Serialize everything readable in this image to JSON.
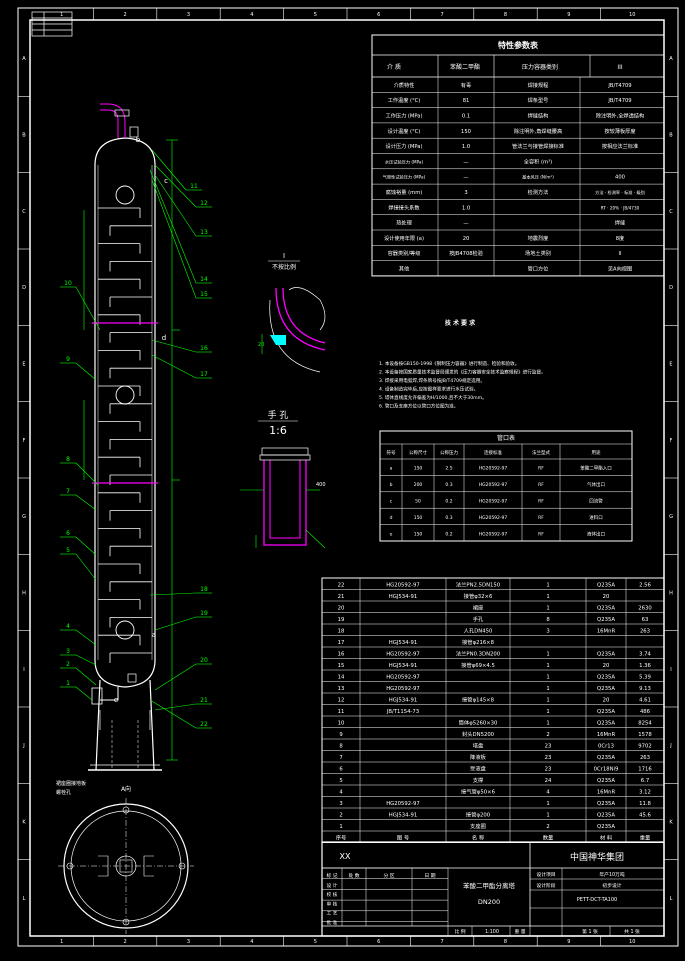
{
  "title_block": {
    "company": "中国神华集团",
    "drawing_title_line1": "苯酸二甲酯分离塔",
    "drawing_title_line2": "DN200",
    "scale": "1:100",
    "sheet_label": "第 1 张",
    "sheet_total": "共 1 张",
    "project": "年产10万吨",
    "stage": "初步设计",
    "drawing_no": "PETT-DCT-TA100",
    "xx": "XX",
    "header_cells": [
      "标 记",
      "处 数",
      "分 区",
      "日 期"
    ],
    "row_labels": [
      "设 计",
      "校 核",
      "审 核",
      "工 艺",
      "批 准"
    ],
    "right_labels": [
      "设计项目",
      "设计阶段"
    ],
    "bottom_labels": [
      "比 例",
      "重 量",
      "共",
      "第"
    ]
  },
  "spec_table": {
    "title": "特性参数表",
    "headers": [
      "介 质",
      "苯酸二甲酯",
      "压力容器类别",
      "III"
    ],
    "rows": [
      [
        "介质特性",
        "有毒",
        "焊接规程",
        "JB/T4709"
      ],
      [
        "工作温度 (°C)",
        "81",
        "焊条型号",
        "JB/T4709"
      ],
      [
        "工作压力 (MPa)",
        "0.1",
        "焊缝结构",
        "除注明外,全焊透结构"
      ],
      [
        "设计温度 (°C)",
        "150",
        "除注明外,角焊缝腰高",
        "按较薄板厚度"
      ],
      [
        "设计压力 (MPa)",
        "1.0",
        "管法兰与接管焊接标准",
        "按相应法兰标准"
      ],
      [
        "水压试验压力 (MPa)",
        "—",
        "全容积 (m³)",
        ""
      ],
      [
        "气密性试验压力 (MPa)",
        "—",
        "基本风压 (N/m²)",
        "400"
      ],
      [
        "腐蚀裕量 (mm)",
        "3",
        "检测方法",
        "方法 · 检测率 · 标准 · 级别"
      ],
      [
        "焊接接头系数",
        "1.0",
        "",
        "RT · 20% · JB/4730"
      ],
      [
        "热处理",
        "—",
        "",
        "焊缝"
      ],
      [
        "设计使用年限 (a)",
        "20",
        "地震烈度",
        "8度"
      ],
      [
        "容器类别/等级",
        "按JB4708检验",
        "场地土类别",
        "II"
      ],
      [
        "其他",
        "",
        "管口方位",
        "见A向视图"
      ]
    ]
  },
  "tech_requirements": {
    "title": "技 术 要 求",
    "items": [
      "1. 本设备按GB150-1998《钢制压力容器》进行制造、检验和验收。",
      "2. 本设备按国家质量技术监督局颁发的《压力容器安全技术监察规程》进行监督。",
      "3. 焊接采用电弧焊,焊条牌号按JB/T4709规定选用。",
      "4. 设备制造完毕后,应按图样要求进行水压试验。",
      "5. 塔体直线度允许偏差为H/1000,且不大于30mm。",
      "6. 管口及支座方位以管口方位图为准。"
    ]
  },
  "nozzle_table": {
    "title": "管口表",
    "headers": [
      "符号",
      "公称尺寸",
      "公称压力",
      "连接标准",
      "法兰型式",
      "用途"
    ],
    "rows": [
      [
        "a",
        "150",
        "2.5",
        "HG20592-97",
        "RF",
        "苯酸二甲酯入口"
      ],
      [
        "b",
        "200",
        "0.3",
        "HG20592-97",
        "RF",
        "气体出口"
      ],
      [
        "c",
        "50",
        "0.2",
        "HG20592-97",
        "RF",
        "回流管"
      ],
      [
        "d",
        "150",
        "0.3",
        "HG20592-97",
        "RF",
        "进料口"
      ],
      [
        "e",
        "150",
        "0.2",
        "HG20592-97",
        "RF",
        "液体出口"
      ]
    ]
  },
  "bom": {
    "rows": [
      [
        "22",
        "HG20592-97",
        "法兰PN2.5DN150",
        "1",
        "Q235A",
        "2.56"
      ],
      [
        "21",
        "HGJ534-91",
        "接管φ32×6",
        "1",
        "20",
        ""
      ],
      [
        "20",
        "",
        "裙座",
        "1",
        "Q235A",
        "2630"
      ],
      [
        "19",
        "",
        "手孔",
        "8",
        "Q235A",
        "63"
      ],
      [
        "18",
        "",
        "人孔DN450",
        "3",
        "16MnR",
        "263"
      ],
      [
        "17",
        "HGJ534-91",
        "接管φ216×8",
        "",
        "",
        ""
      ],
      [
        "16",
        "HG20592-97",
        "法兰PN0.3DN200",
        "1",
        "Q235A",
        "3.74"
      ],
      [
        "15",
        "HGJ534-91",
        "接管φ69×4.5",
        "1",
        "20",
        "1.36"
      ],
      [
        "14",
        "HG20592-97",
        "",
        "1",
        "Q235A",
        "5.39"
      ],
      [
        "13",
        "HG20592-97",
        "",
        "1",
        "Q235A",
        "9.13"
      ],
      [
        "12",
        "HGJ534-91",
        "接管φ145×8",
        "1",
        "20",
        "4.61"
      ],
      [
        "11",
        "JB/T1154-73",
        "",
        "1",
        "Q235A",
        "486"
      ],
      [
        "10",
        "",
        "筒体φ5260×30",
        "1",
        "Q235A",
        "8254"
      ],
      [
        "9",
        "",
        "封头DN5200",
        "2",
        "16MnR",
        "1578"
      ],
      [
        "8",
        "",
        "塔盘",
        "23",
        "0Cr13",
        "9702"
      ],
      [
        "7",
        "",
        "降液板",
        "23",
        "Q235A",
        "263"
      ],
      [
        "6",
        "",
        "受液盘",
        "23",
        "0Cr18Ni9",
        "1716"
      ],
      [
        "5",
        "",
        "支撑",
        "24",
        "Q235A",
        "6.7"
      ],
      [
        "4",
        "",
        "接气管φ50×6",
        "4",
        "16MnR",
        "3.12"
      ],
      [
        "3",
        "HG20592-97",
        "",
        "1",
        "Q235A",
        "11.8"
      ],
      [
        "2",
        "HGJ534-91",
        "接管φ200",
        "1",
        "Q235A",
        "45.6"
      ],
      [
        "1",
        "",
        "支座圈",
        "2",
        "Q235A",
        ""
      ]
    ],
    "header": [
      "序号",
      "图 号",
      "名 称",
      "数量",
      "材 料",
      "重量"
    ]
  },
  "detail_labels": {
    "detail_i_title": "I",
    "detail_i_sub": "不按比例",
    "manhole_title": "手 孔",
    "manhole_scale": "1:6",
    "view_a": "A向",
    "base_label_1": "裙座圈接地板",
    "base_label_2": "螺栓孔"
  },
  "leaders": [
    "11",
    "12",
    "13",
    "14",
    "15",
    "16",
    "17",
    "18",
    "19",
    "20",
    "21",
    "22",
    "10",
    "9",
    "8",
    "7",
    "6",
    "5",
    "4",
    "3",
    "2",
    "1"
  ],
  "nozzle_letters": [
    "b",
    "c",
    "d",
    "a",
    "e"
  ],
  "grid": {
    "cols": [
      "1",
      "2",
      "3",
      "4",
      "5",
      "6",
      "7",
      "8",
      "9",
      "10"
    ],
    "rows": [
      "A",
      "B",
      "C",
      "D",
      "E",
      "F",
      "G",
      "H",
      "I",
      "J",
      "K",
      "L"
    ]
  },
  "colors": {
    "frame": "#ffffff",
    "leader": "#00ff00",
    "accent": "#ff00ff",
    "cyan": "#00ffff",
    "yellow": "#ffff00"
  }
}
